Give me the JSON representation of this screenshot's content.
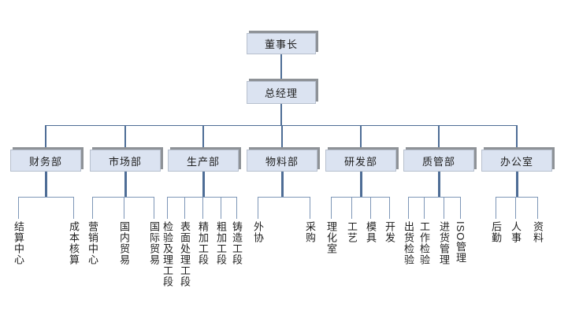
{
  "palette": {
    "background": "#ffffff",
    "box_fill": "#dbe3f1",
    "box_border": "#b7c0ce",
    "box_shadow": "#8e9297",
    "line_main": "#4e6d96",
    "line_child": "#7d96b7",
    "text": "#1f1f1f"
  },
  "org_chart": {
    "root": {
      "label": "董事长"
    },
    "general_manager": {
      "label": "总经理"
    },
    "departments": [
      {
        "label": "财务部",
        "children": [
          "结算中心",
          "成本核算"
        ]
      },
      {
        "label": "市场部",
        "children": [
          "营销中心",
          "国内贸易",
          "国际贸易"
        ]
      },
      {
        "label": "生产部",
        "children": [
          "检验及理工段",
          "表面处理工段",
          "精加工段",
          "粗加工段",
          "铸造工段"
        ]
      },
      {
        "label": "物料部",
        "children": [
          "外协",
          "采购"
        ]
      },
      {
        "label": "研发部",
        "children": [
          "理化室",
          "工艺",
          "模具",
          "开发"
        ]
      },
      {
        "label": "质管部",
        "children": [
          "出货检验",
          "工作检验",
          "进货管理",
          "ISO管理"
        ]
      },
      {
        "label": "办公室",
        "children": [
          "后勤",
          "人事",
          "资料"
        ]
      }
    ]
  }
}
